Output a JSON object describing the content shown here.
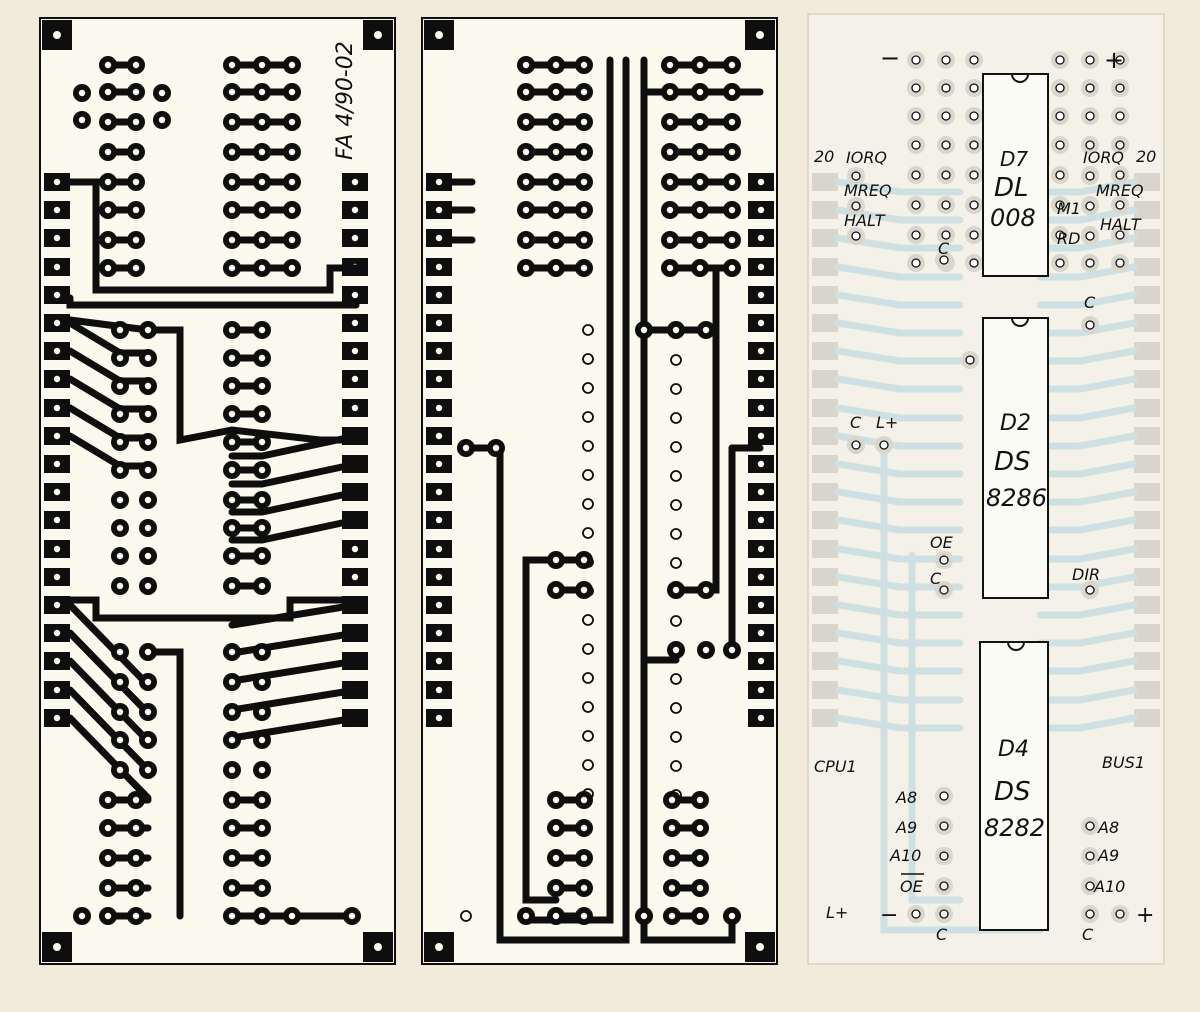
{
  "board_id": "FA 4/90-02",
  "assembly_labels": {
    "connectors": [
      "CPU1",
      "BUS1"
    ],
    "chips": [
      {
        "ref": "D7",
        "type_line1": "DL",
        "type_line2": "008"
      },
      {
        "ref": "D2",
        "type_line1": "DS",
        "type_line2": "8286"
      },
      {
        "ref": "D4",
        "type_line1": "DS",
        "type_line2": "8282"
      }
    ],
    "top_left": {
      "pin": "20",
      "signals": [
        "IORQ",
        "MREQ",
        "HALT"
      ]
    },
    "top_right": {
      "signals": [
        "IORQ",
        "M1",
        "MREQ",
        "RD",
        "HALT"
      ],
      "pin": "20"
    },
    "power_minus": "−",
    "power_plus": "+",
    "cap": "C",
    "l_plus": "L+",
    "oe": "OE",
    "oe_bar": "OE",
    "dir": "DIR",
    "address_left": [
      "A8",
      "A9",
      "A10"
    ],
    "address_right": [
      "A8",
      "A9",
      "A10"
    ]
  },
  "colors": {
    "paper": "#f1ebdc",
    "copper": "#0e0e0e",
    "silk_bg": "#f3f1e8",
    "silk_trace": "#cfe0e3",
    "ink": "#111111"
  }
}
